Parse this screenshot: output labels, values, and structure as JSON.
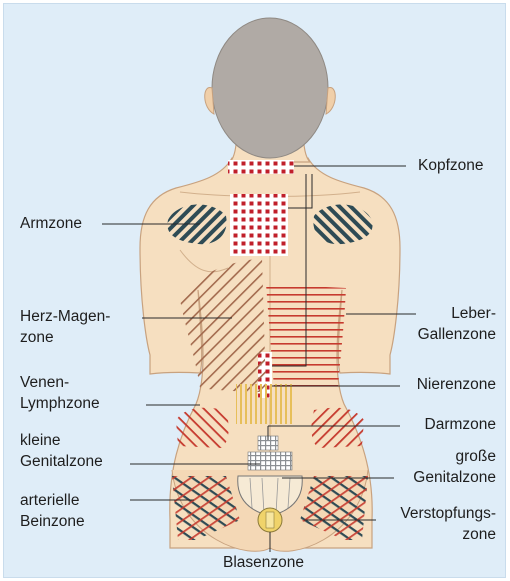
{
  "labels": {
    "kopfzone": "Kopfzone",
    "armzone": "Armzone",
    "herz_magen_1": "Herz-Magen-",
    "herz_magen_2": "zone",
    "leber_1": "Leber-",
    "leber_2": "Gallenzone",
    "venen_1": "Venen-",
    "venen_2": "Lymphzone",
    "nierenzone": "Nierenzone",
    "darmzone": "Darmzone",
    "kleine_1": "kleine",
    "kleine_2": "Genitalzone",
    "grosse_1": "große",
    "grosse_2": "Genitalzone",
    "arterielle_1": "arterielle",
    "arterielle_2": "Beinzone",
    "verstopfung_1": "Verstopfungs-",
    "verstopfung_2": "zone",
    "blasenzone": "Blasenzone"
  },
  "colors": {
    "background": "#dfedf8",
    "skin": "#f6dfc0",
    "hair": "#b0aaa5",
    "dark_hatch": "#2e4b55",
    "red_hatch": "#c63a2e",
    "brown_hatch": "#a36b4e",
    "yellow_hatch": "#e7bf5a",
    "leader_line": "#2a2a2a"
  }
}
